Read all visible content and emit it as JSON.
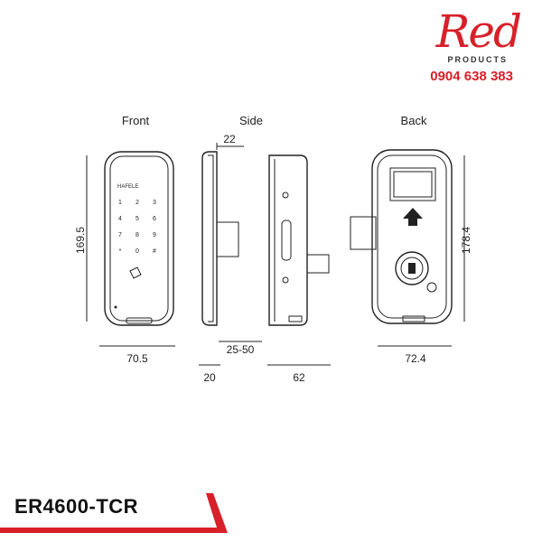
{
  "brand": {
    "name": "Red",
    "subtitle": "PRODUCTS",
    "phone": "0904 638 383",
    "accent_color": "#d8202a"
  },
  "views": {
    "front": "Front",
    "side": "Side",
    "back": "Back"
  },
  "dimensions": {
    "front_height": "169.5",
    "front_width": "70.5",
    "side_top": "22",
    "side_range": "25-50",
    "side_front": "20",
    "side_back": "62",
    "back_height": "178.4",
    "back_width": "72.4"
  },
  "lock": {
    "logo": "HAFELE",
    "keypad": [
      "1",
      "2",
      "3",
      "4",
      "5",
      "6",
      "7",
      "8",
      "9",
      "*",
      "0",
      "#"
    ]
  },
  "model": "ER4600-TCR"
}
